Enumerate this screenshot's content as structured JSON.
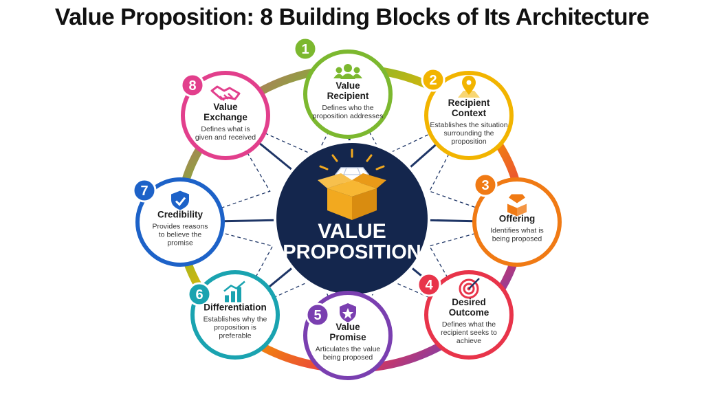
{
  "title": "Value Proposition: 8 Building Blocks of Its Architecture",
  "center": {
    "line1": "VALUE",
    "line2": "PROPOSITION",
    "bg_color": "#14264d",
    "accent_color": "#f2a91f"
  },
  "blocks": [
    {
      "number": "1",
      "title": [
        "Value",
        "Recipient"
      ],
      "desc": [
        "Defines who the",
        "proposition addresses"
      ],
      "color": "#7cb82f",
      "icon": "group-users-icon"
    },
    {
      "number": "2",
      "title": [
        "Recipient",
        "Context"
      ],
      "desc": [
        "Establishes the situation",
        "surrounding the",
        "proposition"
      ],
      "color": "#f2b400",
      "icon": "map-pin-icon"
    },
    {
      "number": "3",
      "title": [
        "Offering"
      ],
      "desc": [
        "Identifies what is",
        "being proposed"
      ],
      "color": "#f07a14",
      "icon": "gem-box-icon"
    },
    {
      "number": "4",
      "title": [
        "Desired",
        "Outcome"
      ],
      "desc": [
        "Defines what the",
        "recipient seeks to",
        "achieve"
      ],
      "color": "#e8344a",
      "icon": "target-icon"
    },
    {
      "number": "5",
      "title": [
        "Value",
        "Promise"
      ],
      "desc": [
        "Articulates the value",
        "being proposed"
      ],
      "color": "#7a3fb0",
      "icon": "star-shield-icon"
    },
    {
      "number": "6",
      "title": [
        "Differentiation"
      ],
      "desc": [
        "Establishes why the",
        "proposition is",
        "preferable"
      ],
      "color": "#1aa3b0",
      "icon": "bar-chart-icon"
    },
    {
      "number": "7",
      "title": [
        "Credibility"
      ],
      "desc": [
        "Provides reasons",
        "to believe the",
        "promise"
      ],
      "color": "#1d62c8",
      "icon": "check-shield-icon"
    },
    {
      "number": "8",
      "title": [
        "Value",
        "Exchange"
      ],
      "desc": [
        "Defines what is",
        "given and received"
      ],
      "color": "#e23f8c",
      "icon": "handshake-icon"
    }
  ]
}
